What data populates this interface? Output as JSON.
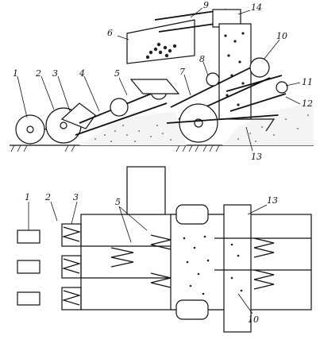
{
  "diagram": {
    "side_view_labels": [
      "1",
      "2",
      "3",
      "4",
      "5",
      "6",
      "7",
      "8",
      "9",
      "14",
      "10",
      "11",
      "12",
      "13"
    ],
    "plan_view_labels": [
      "1",
      "2",
      "3",
      "5",
      "13",
      "10"
    ]
  }
}
